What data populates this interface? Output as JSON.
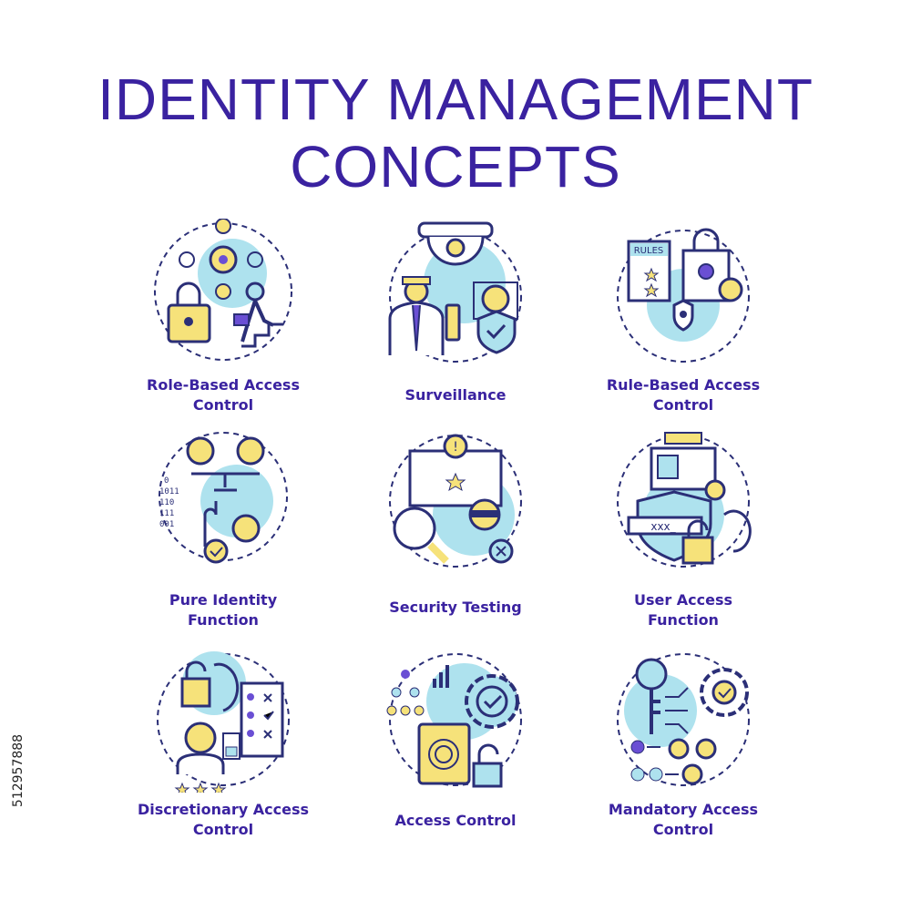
{
  "title": {
    "line1": "IDENTITY MANAGEMENT",
    "line2": "CONCEPTS"
  },
  "colors": {
    "title": "#3a22a0",
    "stroke": "#2b2f77",
    "accent_blue": "#aee2ee",
    "accent_yellow": "#f6e27a",
    "accent_purple": "#6a4fd4"
  },
  "items": [
    {
      "line1": "Role-Based Access",
      "line2": "Control",
      "icon": "role-based-access-icon"
    },
    {
      "line1": "Surveillance",
      "line2": "",
      "icon": "surveillance-camera-icon"
    },
    {
      "line1": "Rule-Based Access",
      "line2": "Control",
      "icon": "rules-document-icon"
    },
    {
      "line1": "Pure Identity",
      "line2": "Function",
      "icon": "identity-scale-icon"
    },
    {
      "line1": "Security Testing",
      "line2": "",
      "icon": "security-testing-icon"
    },
    {
      "line1": "User Access",
      "line2": "Function",
      "icon": "user-access-icon"
    },
    {
      "line1": "Discretionary Access",
      "line2": "Control",
      "icon": "discretionary-access-icon"
    },
    {
      "line1": "Access Control",
      "line2": "",
      "icon": "access-control-gear-icon"
    },
    {
      "line1": "Mandatory Access",
      "line2": "Control",
      "icon": "mandatory-access-key-icon"
    }
  ],
  "watermark": "512957888"
}
